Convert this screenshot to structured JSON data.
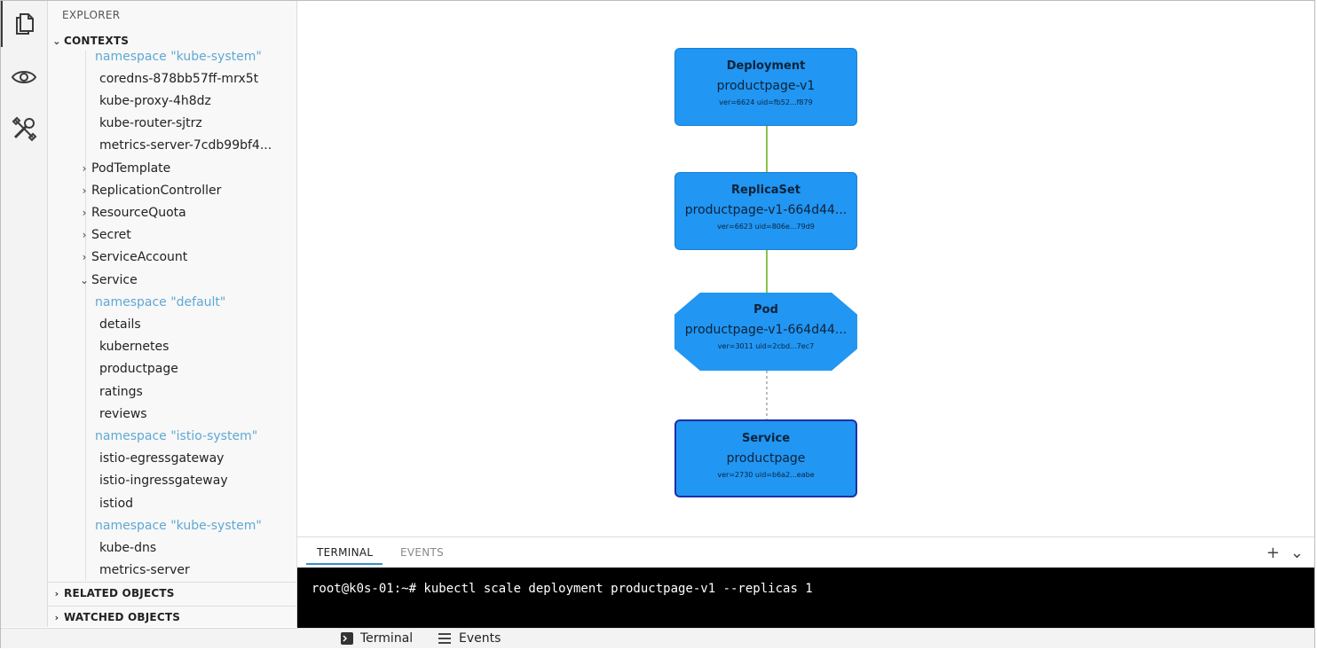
{
  "sidebar": {
    "title": "EXPLORER",
    "sections": {
      "contexts": "CONTEXTS",
      "related": "RELATED OBJECTS",
      "watched": "WATCHED OBJECTS"
    },
    "tree": [
      {
        "text": "namespace \"kube-system\"",
        "kind": "ns"
      },
      {
        "text": "coredns-878bb57ff-mrx5t",
        "kind": "item"
      },
      {
        "text": "kube-proxy-4h8dz",
        "kind": "item"
      },
      {
        "text": "kube-router-sjtrz",
        "kind": "item"
      },
      {
        "text": "metrics-server-7cdb99bf4...",
        "kind": "item"
      },
      {
        "text": "PodTemplate",
        "kind": "group-collapsed"
      },
      {
        "text": "ReplicationController",
        "kind": "group-collapsed"
      },
      {
        "text": "ResourceQuota",
        "kind": "group-collapsed"
      },
      {
        "text": "Secret",
        "kind": "group-collapsed"
      },
      {
        "text": "ServiceAccount",
        "kind": "group-collapsed"
      },
      {
        "text": "Service",
        "kind": "group-expanded"
      },
      {
        "text": "namespace \"default\"",
        "kind": "ns"
      },
      {
        "text": "details",
        "kind": "item"
      },
      {
        "text": "kubernetes",
        "kind": "item"
      },
      {
        "text": "productpage",
        "kind": "item"
      },
      {
        "text": "ratings",
        "kind": "item"
      },
      {
        "text": "reviews",
        "kind": "item"
      },
      {
        "text": "namespace \"istio-system\"",
        "kind": "ns"
      },
      {
        "text": "istio-egressgateway",
        "kind": "item"
      },
      {
        "text": "istio-ingressgateway",
        "kind": "item"
      },
      {
        "text": "istiod",
        "kind": "item"
      },
      {
        "text": "namespace \"kube-system\"",
        "kind": "ns"
      },
      {
        "text": "kube-dns",
        "kind": "item"
      },
      {
        "text": "metrics-server",
        "kind": "item"
      }
    ]
  },
  "graph": {
    "nodes": [
      {
        "kind": "Deployment",
        "name": "productpage-v1",
        "meta": "ver=6624 uid=fb52...f879"
      },
      {
        "kind": "ReplicaSet",
        "name": "productpage-v1-664d44...",
        "meta": "ver=6623 uid=806e...79d9"
      },
      {
        "kind": "Pod",
        "name": "productpage-v1-664d44...",
        "meta": "ver=3011 uid=2cbd...7ec7"
      },
      {
        "kind": "Service",
        "name": "productpage",
        "meta": "ver=2730 uid=b6a2...eabe"
      }
    ],
    "colors": {
      "node": "#2196f3",
      "edge_owner": "#8bc34a",
      "edge_link": "#bdbdbd",
      "selected_border": "#1e2fa8"
    }
  },
  "panel": {
    "tabs": [
      "TERMINAL",
      "EVENTS"
    ],
    "active_tab": "TERMINAL",
    "terminal_line": "root@k0s-01:~# kubectl scale deployment productpage-v1 --replicas 1",
    "actions": [
      "plus-icon",
      "chevron-down-icon"
    ]
  },
  "statusbar": {
    "terminal_label": "Terminal",
    "events_label": "Events"
  }
}
